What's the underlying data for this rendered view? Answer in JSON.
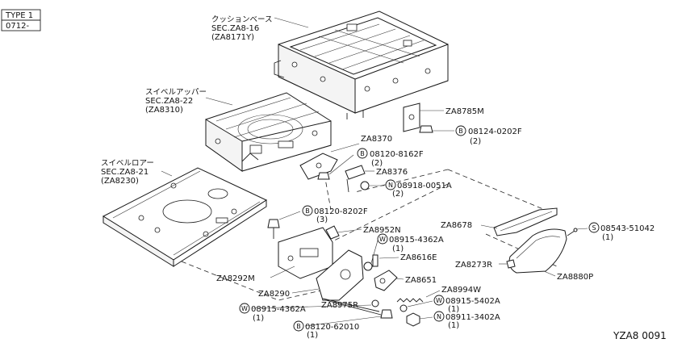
{
  "header": {
    "type_line1": "TYPE 1",
    "type_line2": "0712-"
  },
  "footer": {
    "figure_code": "YZA8 0091"
  },
  "assemblies": {
    "cushion_base": {
      "name": "クッションベース",
      "sec": "SEC.ZA8-16",
      "code": "(ZA8171Y)"
    },
    "swivel_upper": {
      "name": "スイベルアッパー",
      "sec": "SEC.ZA8-22",
      "code": "(ZA8310)"
    },
    "swivel_lower": {
      "name": "スイベルロアー",
      "sec": "SEC.ZA8-21",
      "code": "(ZA8230)"
    }
  },
  "callouts": {
    "za8785m": "ZA8785M",
    "za8370": "ZA8370",
    "za8376": "ZA8376",
    "za8952n": "ZA8952N",
    "za8616e": "ZA8616E",
    "za8292m": "ZA8292M",
    "za8651": "ZA8651",
    "za8290": "ZA8290",
    "za8994w": "ZA8994W",
    "za8975r": "ZA8975R",
    "za8678": "ZA8678",
    "za8273r": "ZA8273R",
    "za8880p": "ZA8880P"
  },
  "fasteners": [
    {
      "id": "b_08124_0202f",
      "prefix": "B",
      "part": "08124-0202F",
      "qty": "(2)"
    },
    {
      "id": "b_08120_8162f",
      "prefix": "B",
      "part": "08120-8162F",
      "qty": "(2)"
    },
    {
      "id": "n_08918_0051a",
      "prefix": "N",
      "part": "08918-0051A",
      "qty": "(2)"
    },
    {
      "id": "b_08120_8202f",
      "prefix": "B",
      "part": "08120-8202F",
      "qty": "(3)"
    },
    {
      "id": "w_08915_4362a_r",
      "prefix": "W",
      "part": "08915-4362A",
      "qty": "(1)"
    },
    {
      "id": "s_08543_51042",
      "prefix": "S",
      "part": "08543-51042",
      "qty": "(1)"
    },
    {
      "id": "w_08915_5402a",
      "prefix": "W",
      "part": "08915-5402A",
      "qty": "(1)"
    },
    {
      "id": "n_08911_3402a",
      "prefix": "N",
      "part": "08911-3402A",
      "qty": "(1)"
    },
    {
      "id": "w_08915_4362a_l",
      "prefix": "W",
      "part": "08915-4362A",
      "qty": "(1)"
    },
    {
      "id": "b_08120_62010",
      "prefix": "B",
      "part": "08120-62010",
      "qty": "(1)"
    }
  ]
}
